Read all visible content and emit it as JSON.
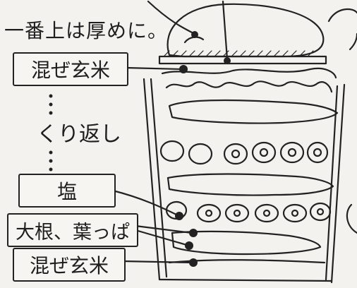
{
  "labels": {
    "top_note": "一番上は厚めに。",
    "layer_top": "混ぜ玄米",
    "repeat": "くり返し",
    "salt": "塩",
    "daikon": "大根、葉っぱ",
    "layer_bottom": "混ぜ玄米"
  },
  "colors": {
    "ink": "#1e1e1e",
    "paper": "#f4f2ee"
  }
}
